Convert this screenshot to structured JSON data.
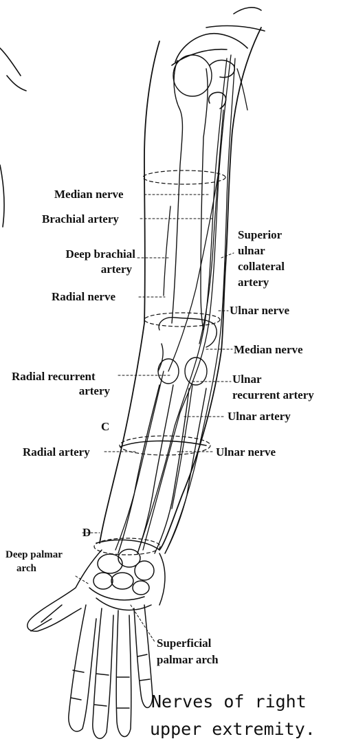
{
  "labels": {
    "median_nerve_top": "Median nerve",
    "brachial_artery": "Brachial artery",
    "deep_brachial_1": "Deep brachial",
    "deep_brachial_2": "artery",
    "radial_nerve": "Radial nerve",
    "radial_recurrent_1": "Radial recurrent",
    "radial_recurrent_2": "artery",
    "letter_c": "C",
    "radial_artery": "Radial artery",
    "letter_d": "D",
    "deep_palmar_1": "Deep palmar",
    "deep_palmar_2": "arch",
    "superior_ulnar_1": "Superior",
    "superior_ulnar_2": "ulnar",
    "superior_ulnar_3": "collateral",
    "superior_ulnar_4": "artery",
    "ulnar_nerve_upper": "Ulnar nerve",
    "median_nerve_elbow": "Median nerve",
    "ulnar_recurrent_1": "Ulnar",
    "ulnar_recurrent_2": "recurrent artery",
    "ulnar_artery": "Ulnar artery",
    "ulnar_nerve_lower": "Ulnar nerve",
    "superficial_palmar_1": "Superficial",
    "superficial_palmar_2": "palmar arch"
  },
  "caption": {
    "line1": "Nerves of right",
    "line2": "upper extremity."
  }
}
